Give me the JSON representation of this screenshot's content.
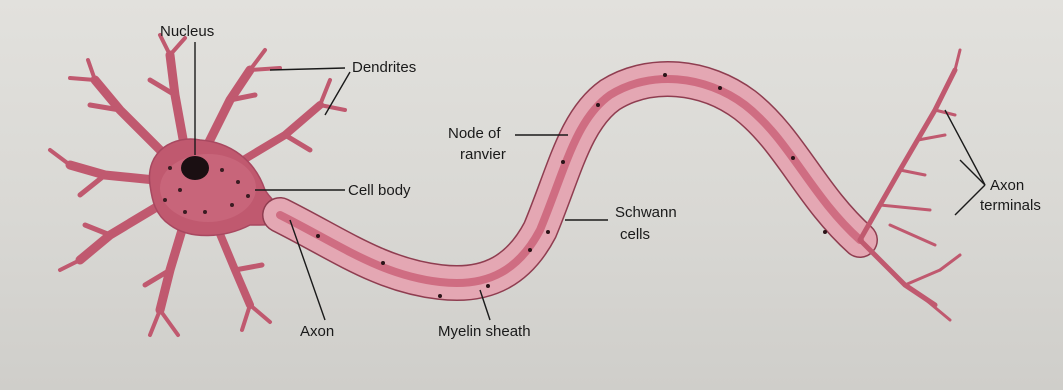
{
  "labels": {
    "nucleus": "Nucleus",
    "dendrites": "Dendrites",
    "cell_body": "Cell body",
    "axon": "Axon",
    "node_of_ranvier_1": "Node of",
    "node_of_ranvier_2": "ranvier",
    "schwann_1": "Schwann",
    "schwann_2": "cells",
    "myelin_sheath": "Myelin sheath",
    "axon_terminals_1": "Axon",
    "axon_terminals_2": "terminals"
  },
  "colors": {
    "neuron": "#c0596f",
    "neuron_light": "#dd8c9c",
    "sheath": "#e4a7b3",
    "sheath_edge": "#8f3d50",
    "nucleus": "#1a0f12"
  }
}
